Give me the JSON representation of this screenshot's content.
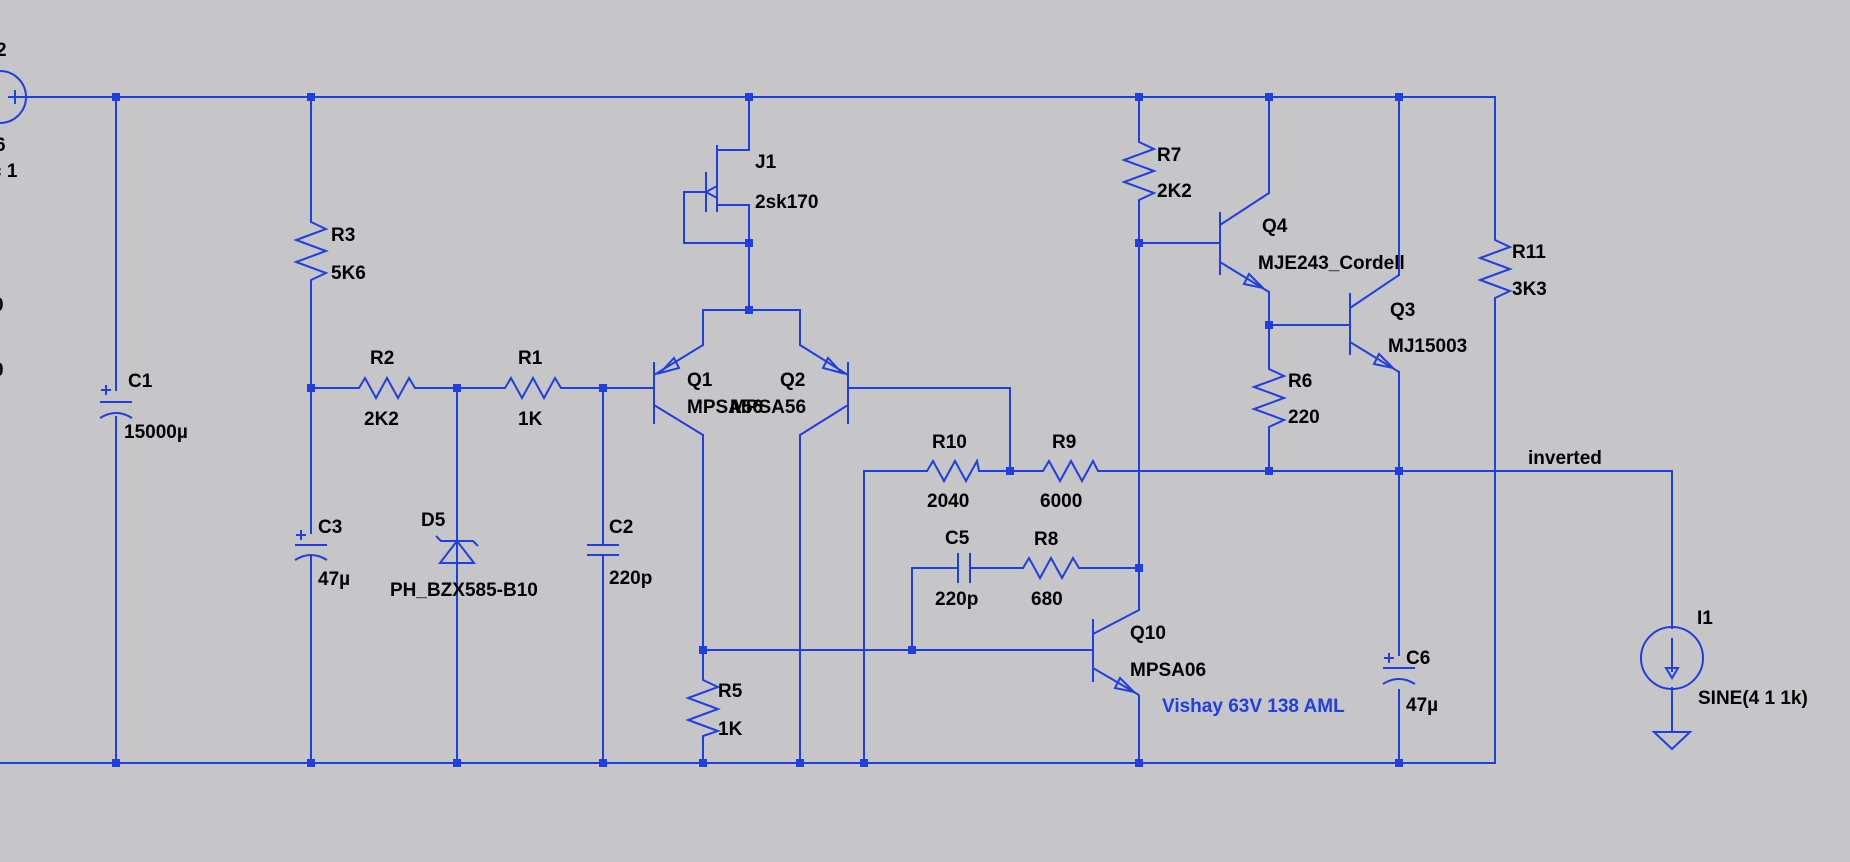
{
  "schematic": {
    "wire_color": "#1f3fe0",
    "background": "#c6c6c8",
    "partial_labels": [
      "2",
      "6",
      "c 1",
      "0",
      "0"
    ],
    "components": {
      "R1": {
        "name": "R1",
        "value": "1K"
      },
      "R2": {
        "name": "R2",
        "value": "2K2"
      },
      "R3": {
        "name": "R3",
        "value": "5K6"
      },
      "R5": {
        "name": "R5",
        "value": "1K"
      },
      "R6": {
        "name": "R6",
        "value": "220"
      },
      "R7": {
        "name": "R7",
        "value": "2K2"
      },
      "R8": {
        "name": "R8",
        "value": "680"
      },
      "R9": {
        "name": "R9",
        "value": "6000"
      },
      "R10": {
        "name": "R10",
        "value": "2040"
      },
      "R11": {
        "name": "R11",
        "value": "3K3"
      },
      "C1": {
        "name": "C1",
        "value": "15000µ"
      },
      "C2": {
        "name": "C2",
        "value": "220p"
      },
      "C3": {
        "name": "C3",
        "value": "47µ"
      },
      "C5": {
        "name": "C5",
        "value": "220p"
      },
      "C6": {
        "name": "C6",
        "value": "47µ"
      },
      "D5": {
        "name": "D5",
        "value": "PH_BZX585-B10"
      },
      "J1": {
        "name": "J1",
        "value": "2sk170"
      },
      "Q1": {
        "name": "Q1",
        "value": "MPSA56"
      },
      "Q2": {
        "name": "Q2",
        "value": "MPSA56"
      },
      "Q3": {
        "name": "Q3",
        "value": "MJ15003"
      },
      "Q4": {
        "name": "Q4",
        "value": "MJE243_Cordell"
      },
      "Q10": {
        "name": "Q10",
        "value": "MPSA06"
      },
      "I1": {
        "name": "I1",
        "value": "SINE(4 1 1k)"
      }
    },
    "net_labels": {
      "inverted": "inverted"
    },
    "comment": "Vishay 63V 138 AML"
  }
}
